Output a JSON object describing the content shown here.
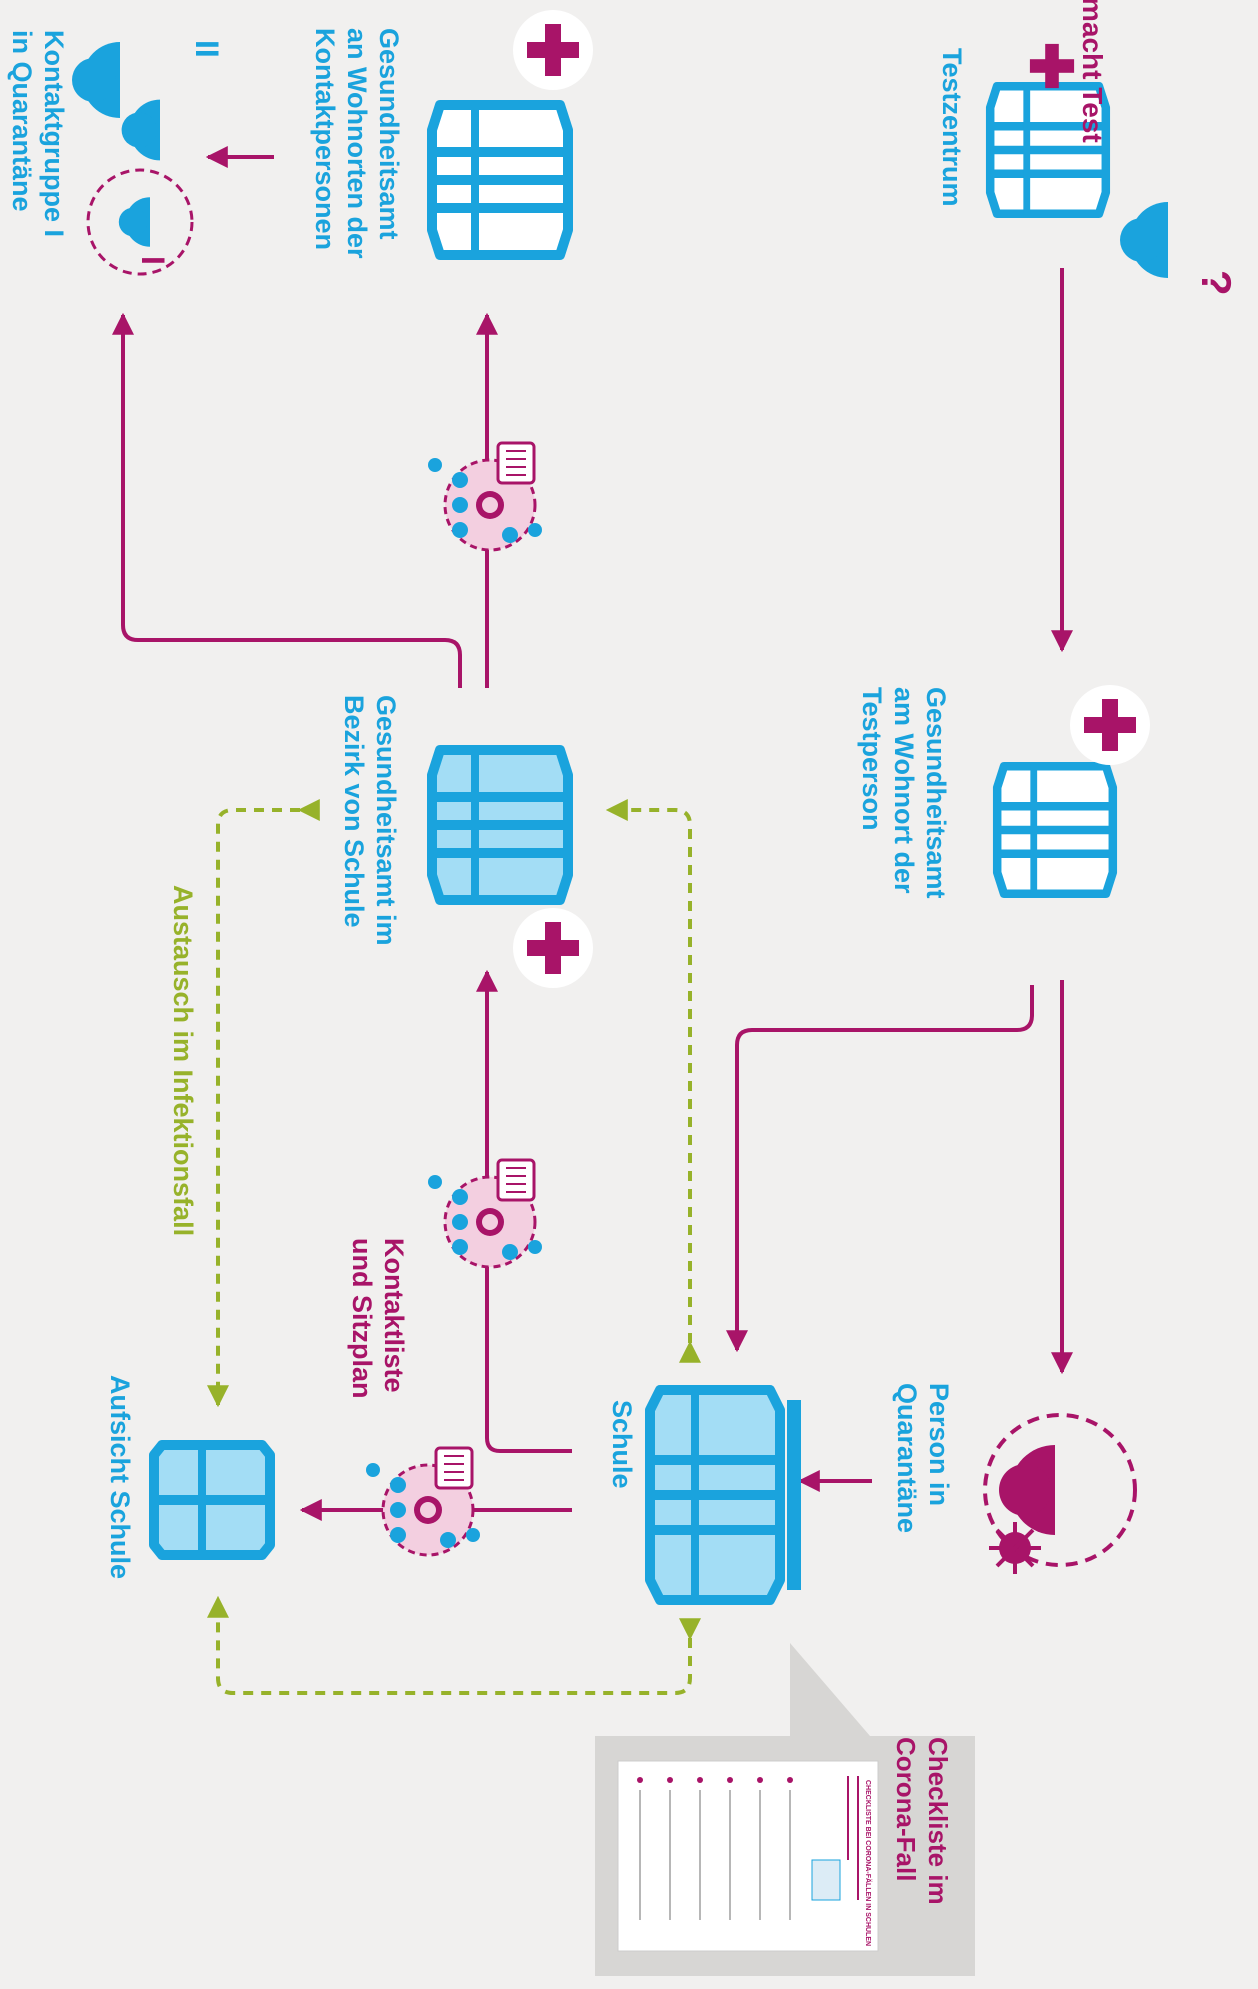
{
  "colors": {
    "background": "#f1f0ef",
    "node_text": "#1aa3dd",
    "arrow": "#a81468",
    "exchange_arrow": "#97b22a",
    "building_fill": "#ffffff",
    "building_fill_light": "#a3ddf5",
    "building_stroke": "#1aa3dd",
    "checklist_panel": "#d7d6d4"
  },
  "nodes": {
    "test_center": {
      "label": "Testzentrum",
      "icon": "building-with-cross-icon"
    },
    "test_person": {
      "label": "macht Test",
      "icon": "person-question-icon"
    },
    "health_office_residence": {
      "lines": [
        "Gesundheitsamt",
        "am Wohnort der",
        "Testperson"
      ],
      "icon": "building-with-cross-icon"
    },
    "person_quarantine": {
      "lines": [
        "Person in",
        "Quarantäne"
      ],
      "icon": "quarantined-person-virus-icon"
    },
    "school": {
      "label": "Schule",
      "icon": "school-building-icon"
    },
    "health_office_district": {
      "lines": [
        "Gesundheitsamt im",
        "Bezirk von Schule"
      ],
      "icon": "building-with-cross-icon"
    },
    "health_office_contacts": {
      "lines": [
        "Gesundheitsamt",
        "an Wohnorten der",
        "Kontaktpersonen"
      ],
      "icon": "building-with-cross-icon"
    },
    "contact_group": {
      "lines": [
        "Kontaktgruppe I",
        "in Quarantäne"
      ],
      "icon": "contact-group-icon",
      "badges": [
        "II",
        "I"
      ]
    },
    "school_supervision": {
      "label": "Aufsicht Schule",
      "icon": "supervision-building-icon"
    }
  },
  "edge_labels": {
    "contact_list": [
      "Kontaktliste",
      "und Sitzplan"
    ],
    "exchange": "Austausch im Infektionsfall"
  },
  "checklist": {
    "title_lines": [
      "Checkliste im",
      "Corona-Fall"
    ],
    "doc_title": "CHECKLISTE BEI CORONA-FÄLLEN IN SCHULEN"
  }
}
